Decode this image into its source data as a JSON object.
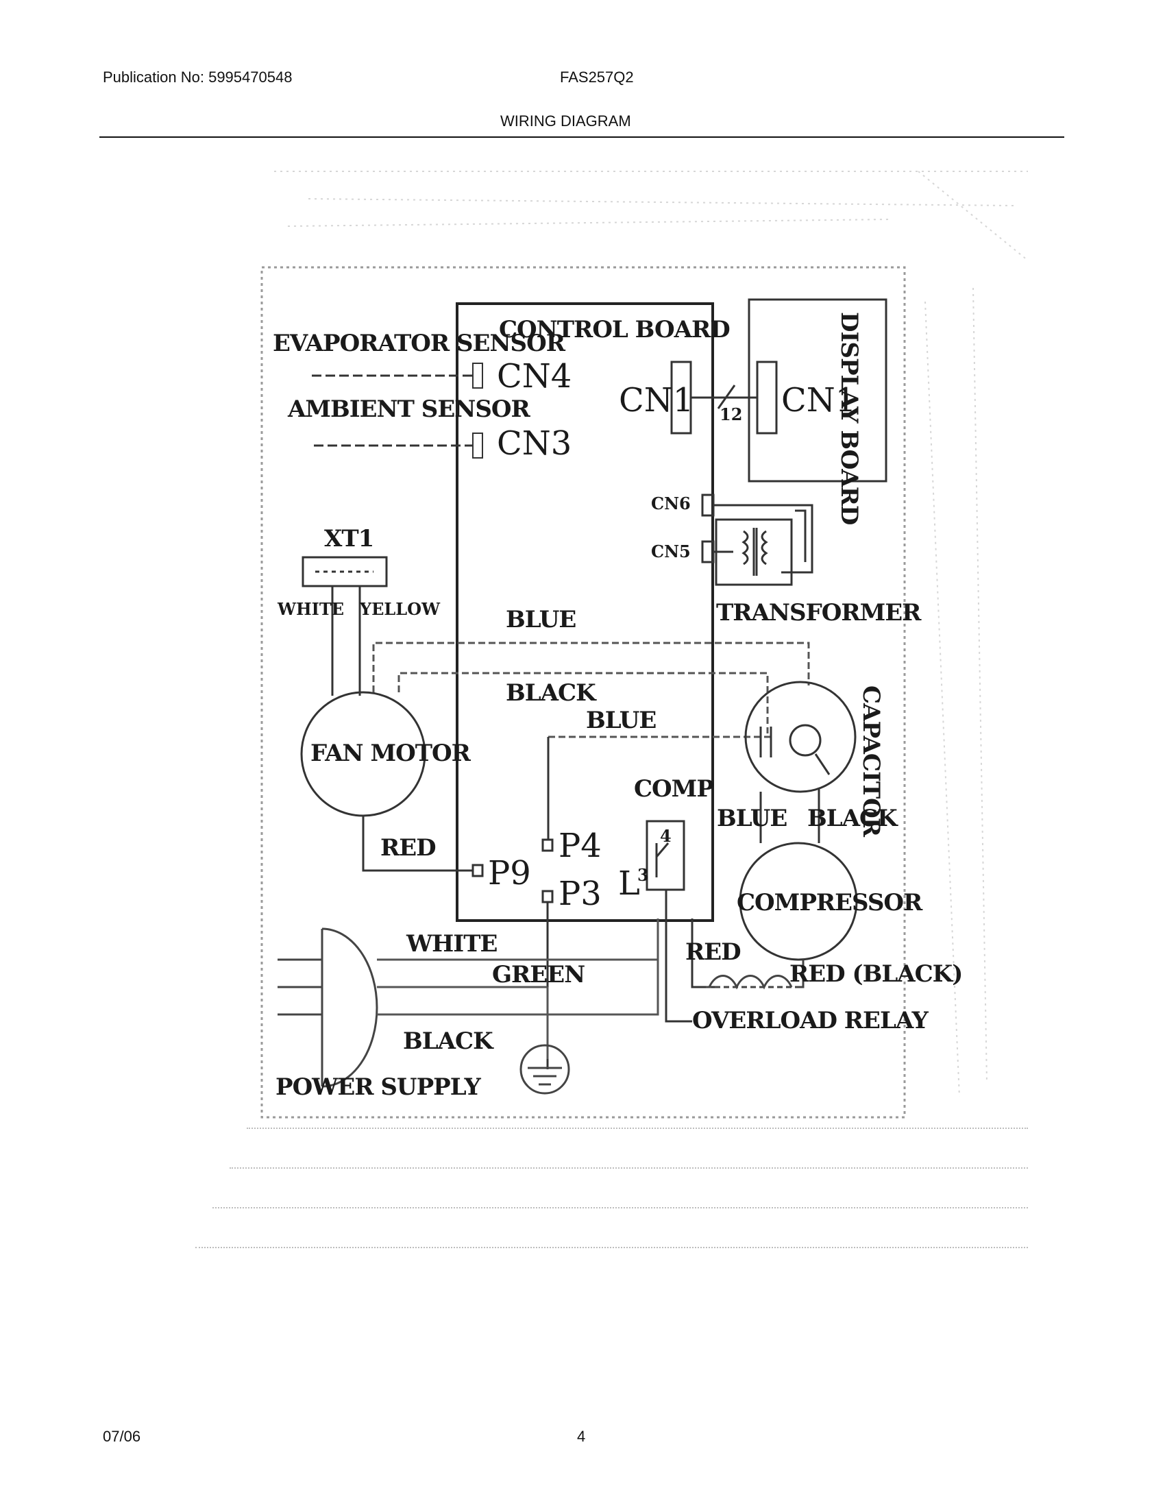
{
  "header": {
    "publication": "Publication No: 5995470548",
    "model": "FAS257Q2",
    "title": "WIRING DIAGRAM"
  },
  "footer": {
    "date": "07/06",
    "page": "4"
  },
  "diagram": {
    "control_board": "CONTROL BOARD",
    "display_board": "DISPLAY BOARD",
    "evaporator_sensor": "EVAPORATOR SENSOR",
    "ambient_sensor": "AMBIENT SENSOR",
    "cn4": "CN4",
    "cn3": "CN3",
    "cn1_left": "CN1",
    "cn1_right": "CN1",
    "wire_count": "12",
    "cn6": "CN6",
    "cn5": "CN5",
    "transformer": "TRANSFORMER",
    "xt1": "XT1",
    "white_1": "WHITE",
    "yellow": "YELLOW",
    "blue_1": "BLUE",
    "black_1": "BLACK",
    "blue_2": "BLUE",
    "fan_motor": "FAN MOTOR",
    "capacitor": "CAPACITOR",
    "comp": "COMP",
    "blue_3": "BLUE",
    "black_2": "BLACK",
    "red_1": "RED",
    "p4": "P4",
    "p9": "P9",
    "p3": "P3",
    "l_label": "L",
    "relay_pin_4": "4",
    "relay_pin_3": "3",
    "compressor": "COMPRESSOR",
    "white_2": "WHITE",
    "green": "GREEN",
    "red_2": "RED",
    "red_black": "RED (BLACK)",
    "overload_relay": "OVERLOAD RELAY",
    "black_3": "BLACK",
    "power_supply": "POWER SUPPLY"
  }
}
